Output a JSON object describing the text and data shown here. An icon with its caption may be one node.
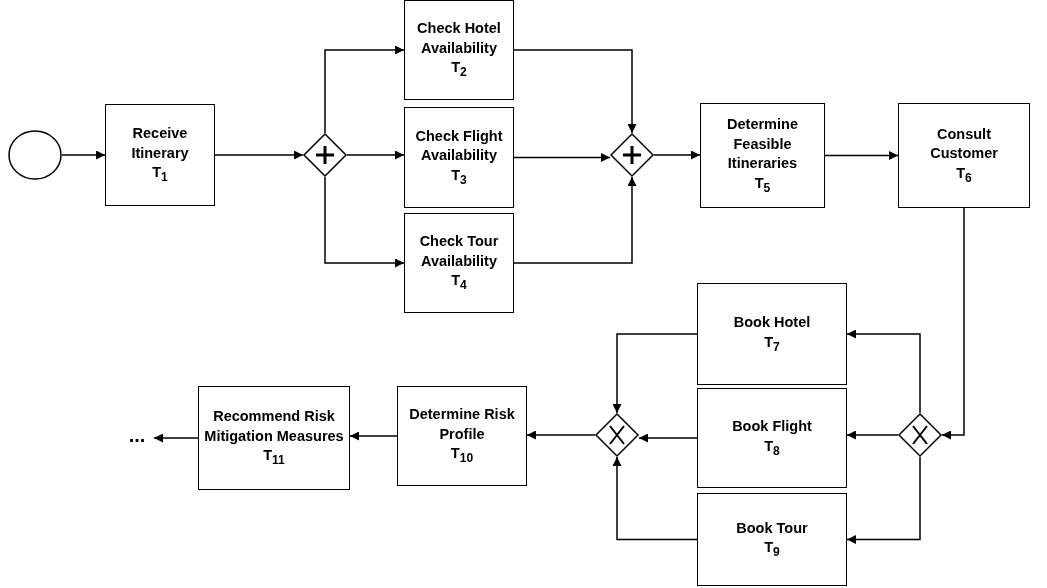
{
  "diagram": {
    "nodes": [
      {
        "text": [],
        "shape": "circle"
      },
      {
        "text": [
          "Receive Itinerary",
          "T$_{1}$"
        ]
      },
      {
        "text": [],
        "shape": "diamond"
      },
      {
        "text": [
          "Check Hotel Availability",
          "T$_{2}$"
        ]
      },
      {
        "text": [
          "Check Flight Availability",
          "T$_{3}$"
        ]
      },
      {
        "text": [
          "Check Tour Availability",
          "T$_{4}$"
        ]
      },
      {
        "text": [],
        "shape": "diamond"
      },
      {
        "text": [
          "Determine Feasible Itineraries",
          "T$_{5}$"
        ]
      },
      {
        "text": [
          "Consult Customer",
          "T$_{6}$"
        ]
      },
      {
        "text": [
          "Book Hotel",
          "T$_{7}$"
        ]
      },
      {
        "text": [
          "Book Flight",
          "T$_{8}$"
        ]
      },
      {
        "text": [
          "Book Tour",
          "T$_{9}$"
        ]
      },
      {
        "text": [],
        "shape": "diamond"
      },
      {
        "text": [],
        "shape": "diamond"
      },
      {
        "text": [
          "Determine Risk Profile",
          "T$_{10}$"
        ]
      },
      {
        "text": [
          "Recommend Risk Mitigation Measures",
          "T$_{11}$"
        ]
      },
      {
        "text": [
          "..."
        ]
      }
    ],
    "edges": [
      {
        "from": 0,
        "to": 1,
        "arrow": "to"
      },
      {
        "from": 1,
        "to": 2,
        "arrow": "to"
      },
      {
        "from": 2,
        "to": 3,
        "arrow": "to"
      },
      {
        "from": 2,
        "to": 4,
        "arrow": "to"
      },
      {
        "from": 2,
        "to": 5,
        "arrow": "to"
      },
      {
        "from": 3,
        "to": 6,
        "arrow": "to"
      },
      {
        "from": 4,
        "to": 6,
        "arrow": "to"
      },
      {
        "from": 5,
        "to": 6,
        "arrow": "to"
      },
      {
        "from": 6,
        "to": 7,
        "arrow": "to"
      },
      {
        "from": 7,
        "to": 8,
        "arrow": "to"
      },
      {
        "from": 8,
        "to": 12,
        "arrow": "to"
      },
      {
        "from": 12,
        "to": 9,
        "arrow": "to"
      },
      {
        "from": 12,
        "to": 10,
        "arrow": "to"
      },
      {
        "from": 12,
        "to": 11,
        "arrow": "to"
      },
      {
        "from": 9,
        "to": 13,
        "arrow": "to"
      },
      {
        "from": 10,
        "to": 13,
        "arrow": "to"
      },
      {
        "from": 11,
        "to": 13,
        "arrow": "to"
      },
      {
        "from": 13,
        "to": 14,
        "arrow": "to"
      },
      {
        "from": 14,
        "to": 15,
        "arrow": "to"
      },
      {
        "from": 15,
        "to": 16,
        "arrow": "to"
      }
    ]
  }
}
